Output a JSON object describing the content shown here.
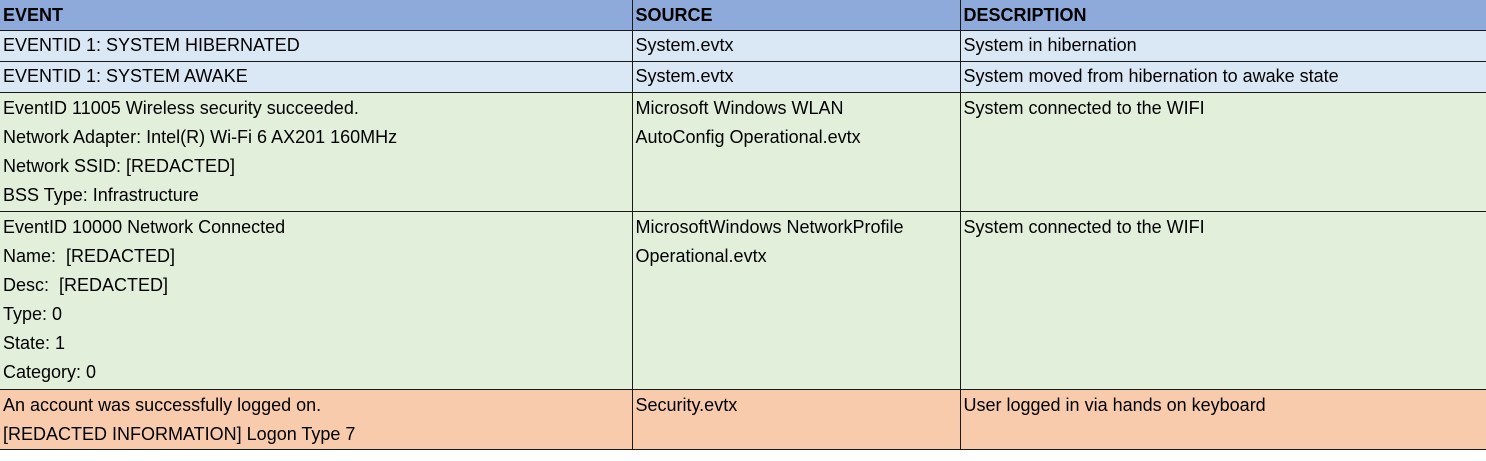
{
  "colors": {
    "header_bg": "#8eaadb",
    "blue_row_bg": "#dae7f5",
    "green_row_bg": "#e2efda",
    "orange_row_bg": "#f8cbad",
    "grid": "#1a1a1a"
  },
  "header": {
    "event": "EVENT",
    "source": "SOURCE",
    "description": "DESCRIPTION"
  },
  "rows": [
    {
      "theme": "blue",
      "event": [
        "EVENTID 1: SYSTEM HIBERNATED"
      ],
      "source": [
        "System.evtx"
      ],
      "description": [
        "System in hibernation"
      ]
    },
    {
      "theme": "blue",
      "event": [
        "EVENTID 1: SYSTEM AWAKE"
      ],
      "source": [
        "System.evtx"
      ],
      "description": [
        "System moved from hibernation to awake state"
      ]
    },
    {
      "theme": "green",
      "event": [
        "EventID 11005 Wireless security succeeded.",
        "Network Adapter: Intel(R) Wi-Fi 6 AX201 160MHz",
        "Network SSID: [REDACTED]",
        "BSS Type: Infrastructure"
      ],
      "source": [
        "Microsoft Windows WLAN",
        "AutoConfig Operational.evtx"
      ],
      "description": [
        "System connected to the WIFI"
      ]
    },
    {
      "theme": "green",
      "event": [
        "EventID 10000 Network Connected",
        "Name:  [REDACTED]",
        "Desc:  [REDACTED]",
        "Type: 0",
        "State: 1",
        "Category: 0"
      ],
      "source": [
        "MicrosoftWindows NetworkProfile",
        "Operational.evtx"
      ],
      "description": [
        "System connected to the WIFI"
      ]
    },
    {
      "theme": "orange",
      "event": [
        "An account was successfully logged on.",
        "[REDACTED INFORMATION] Logon Type 7"
      ],
      "source": [
        "Security.evtx"
      ],
      "description": [
        "User logged in via hands on keyboard"
      ]
    }
  ]
}
